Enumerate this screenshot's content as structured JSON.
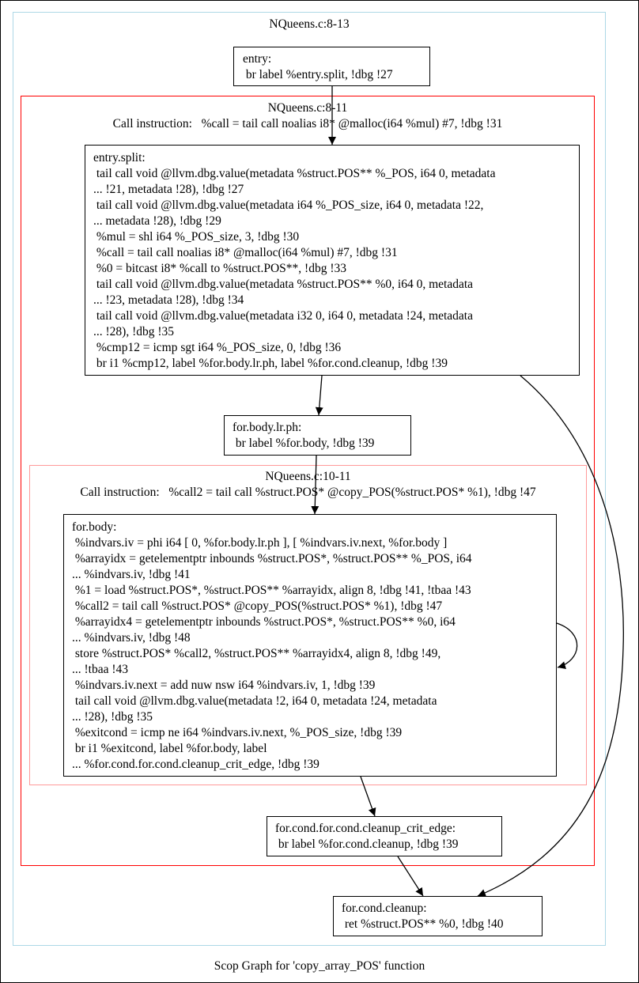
{
  "caption": "Scop Graph for 'copy_array_POS' function",
  "clusters": {
    "outer": {
      "title": "NQueens.c:8-13"
    },
    "region_8_11": {
      "title": "NQueens.c:8-11",
      "subtitle": "Call instruction:   %call = tail call noalias i8* @malloc(i64 %mul) #7, !dbg !31"
    },
    "region_10_11": {
      "title": "NQueens.c:10-11",
      "subtitle": "Call instruction:   %call2 = tail call %struct.POS* @copy_POS(%struct.POS* %1), !dbg !47"
    }
  },
  "nodes": {
    "entry": {
      "lines": [
        "entry:",
        " br label %entry.split, !dbg !27"
      ]
    },
    "entry_split": {
      "lines": [
        "entry.split:",
        " tail call void @llvm.dbg.value(metadata %struct.POS** %_POS, i64 0, metadata",
        "... !21, metadata !28), !dbg !27",
        " tail call void @llvm.dbg.value(metadata i64 %_POS_size, i64 0, metadata !22,",
        "... metadata !28), !dbg !29",
        " %mul = shl i64 %_POS_size, 3, !dbg !30",
        " %call = tail call noalias i8* @malloc(i64 %mul) #7, !dbg !31",
        " %0 = bitcast i8* %call to %struct.POS**, !dbg !33",
        " tail call void @llvm.dbg.value(metadata %struct.POS** %0, i64 0, metadata",
        "... !23, metadata !28), !dbg !34",
        " tail call void @llvm.dbg.value(metadata i32 0, i64 0, metadata !24, metadata",
        "... !28), !dbg !35",
        " %cmp12 = icmp sgt i64 %_POS_size, 0, !dbg !36",
        " br i1 %cmp12, label %for.body.lr.ph, label %for.cond.cleanup, !dbg !39"
      ]
    },
    "for_body_lr_ph": {
      "lines": [
        "for.body.lr.ph:",
        " br label %for.body, !dbg !39"
      ]
    },
    "for_body": {
      "lines": [
        "for.body:",
        " %indvars.iv = phi i64 [ 0, %for.body.lr.ph ], [ %indvars.iv.next, %for.body ]",
        " %arrayidx = getelementptr inbounds %struct.POS*, %struct.POS** %_POS, i64",
        "... %indvars.iv, !dbg !41",
        " %1 = load %struct.POS*, %struct.POS** %arrayidx, align 8, !dbg !41, !tbaa !43",
        " %call2 = tail call %struct.POS* @copy_POS(%struct.POS* %1), !dbg !47",
        " %arrayidx4 = getelementptr inbounds %struct.POS*, %struct.POS** %0, i64",
        "... %indvars.iv, !dbg !48",
        " store %struct.POS* %call2, %struct.POS** %arrayidx4, align 8, !dbg !49,",
        "... !tbaa !43",
        " %indvars.iv.next = add nuw nsw i64 %indvars.iv, 1, !dbg !39",
        " tail call void @llvm.dbg.value(metadata !2, i64 0, metadata !24, metadata",
        "... !28), !dbg !35",
        " %exitcond = icmp ne i64 %indvars.iv.next, %_POS_size, !dbg !39",
        " br i1 %exitcond, label %for.body, label",
        "... %for.cond.for.cond.cleanup_crit_edge, !dbg !39"
      ]
    },
    "crit_edge": {
      "lines": [
        "for.cond.for.cond.cleanup_crit_edge:",
        " br label %for.cond.cleanup, !dbg !39"
      ]
    },
    "cleanup": {
      "lines": [
        "for.cond.cleanup:",
        " ret %struct.POS** %0, !dbg !40"
      ]
    }
  },
  "colors": {
    "outer_cluster": "#add8e6",
    "region_8_11": "#ff0000",
    "region_10_11": "#ff9a9a",
    "edge": "#000000"
  }
}
